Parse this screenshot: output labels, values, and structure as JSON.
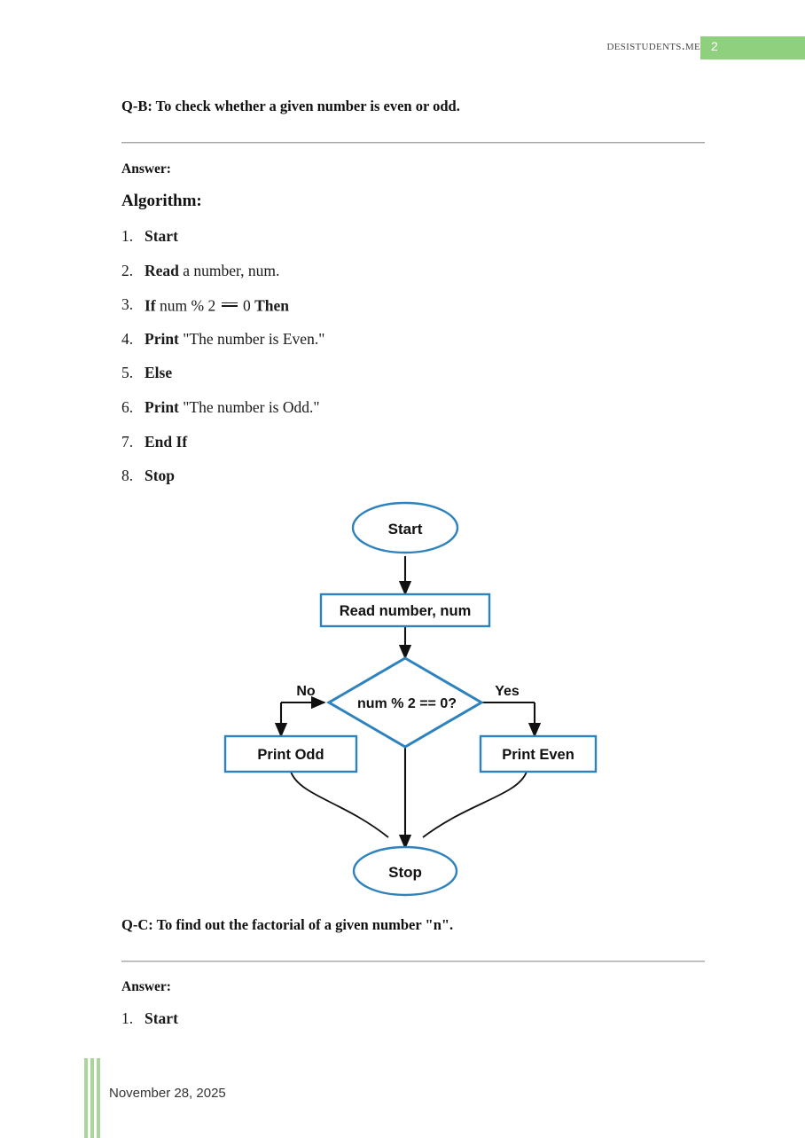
{
  "header": {
    "site_name": "DesiStudents.me",
    "page_number": "2"
  },
  "colors": {
    "accent_green": "#8ed07e",
    "footer_green": "#a8d69b",
    "flow_blue": "#2e82bd",
    "rule_gray": "#a7a7a7"
  },
  "sections": [
    {
      "question": "Q-B: To check whether a given number is even or odd.",
      "answer_label": "Answer:",
      "algorithm_label": "Algorithm:"
    },
    {
      "question": "Q-C: To find out the factorial of a given number \"n\".",
      "answer_label": "Answer:"
    }
  ],
  "algorithm_steps": [
    {
      "num": "1.",
      "parts": [
        {
          "t": "Start",
          "b": true
        }
      ]
    },
    {
      "num": "2.",
      "parts": [
        {
          "t": "Read",
          "b": true
        },
        {
          "t": " a number, num.",
          "b": false
        }
      ]
    },
    {
      "num": "3.",
      "parts": [
        {
          "t": "If",
          "b": true
        },
        {
          "t": " num % 2 ",
          "b": false
        },
        {
          "t": "==",
          "b": false,
          "eq": true
        },
        {
          "t": " 0 ",
          "b": false
        },
        {
          "t": "Then",
          "b": true
        }
      ]
    },
    {
      "num": "4.",
      "parts": [
        {
          "t": " Print",
          "b": true
        },
        {
          "t": " \"The number is Even.\"",
          "b": false
        }
      ]
    },
    {
      "num": "5.",
      "parts": [
        {
          "t": "Else",
          "b": true
        }
      ]
    },
    {
      "num": "6.",
      "parts": [
        {
          "t": " Print",
          "b": true
        },
        {
          "t": " \"The number is Odd.\"",
          "b": false
        }
      ]
    },
    {
      "num": "7.",
      "parts": [
        {
          "t": "End If",
          "b": true
        }
      ]
    },
    {
      "num": "8.",
      "parts": [
        {
          "t": "Stop",
          "b": true
        }
      ]
    }
  ],
  "factorial_steps": [
    {
      "num": "1.",
      "parts": [
        {
          "t": "Start",
          "b": true
        }
      ]
    }
  ],
  "flowchart": {
    "type": "flowchart",
    "title": "Even or odd number flowchart",
    "nodes": [
      {
        "id": "start",
        "shape": "ellipse",
        "label": "Start"
      },
      {
        "id": "read",
        "shape": "rectangle",
        "label": "Read number, num"
      },
      {
        "id": "decision",
        "shape": "diamond",
        "label": "num % 2 == 0?"
      },
      {
        "id": "print_odd",
        "shape": "rectangle",
        "label": "Print Odd"
      },
      {
        "id": "print_even",
        "shape": "rectangle",
        "label": "Print Even"
      },
      {
        "id": "stop",
        "shape": "ellipse",
        "label": "Stop"
      }
    ],
    "edge_labels": {
      "no": "No",
      "yes": "Yes"
    },
    "edges": [
      {
        "from": "start",
        "to": "read",
        "label": ""
      },
      {
        "from": "read",
        "to": "decision",
        "label": ""
      },
      {
        "from": "decision",
        "to": "print_odd",
        "label": "No"
      },
      {
        "from": "decision",
        "to": "print_even",
        "label": "Yes"
      },
      {
        "from": "print_odd",
        "to": "stop",
        "label": ""
      },
      {
        "from": "print_even",
        "to": "stop",
        "label": ""
      },
      {
        "from": "decision",
        "to": "stop",
        "label": ""
      }
    ]
  },
  "footer": {
    "date": "November 28, 2025"
  }
}
